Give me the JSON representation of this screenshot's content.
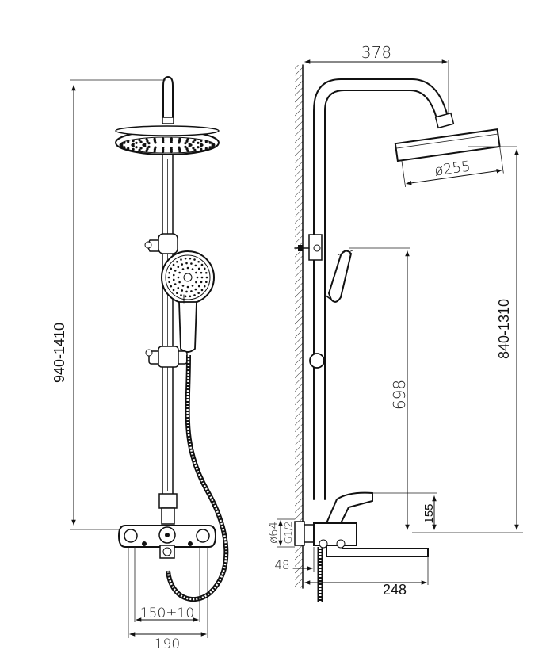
{
  "front_view": {
    "height_range": "940-1410",
    "inlet_spacing": "150±10",
    "width": "190"
  },
  "side_view": {
    "projection": "378",
    "head_diameter": "ø255",
    "height_range": "840-1310",
    "handshower_holder_height": "698",
    "mixer_height": "155",
    "inlet_diameter": "ø64",
    "thread_spec": "G1/2",
    "wall_offset": "48",
    "spout_length": "248"
  }
}
